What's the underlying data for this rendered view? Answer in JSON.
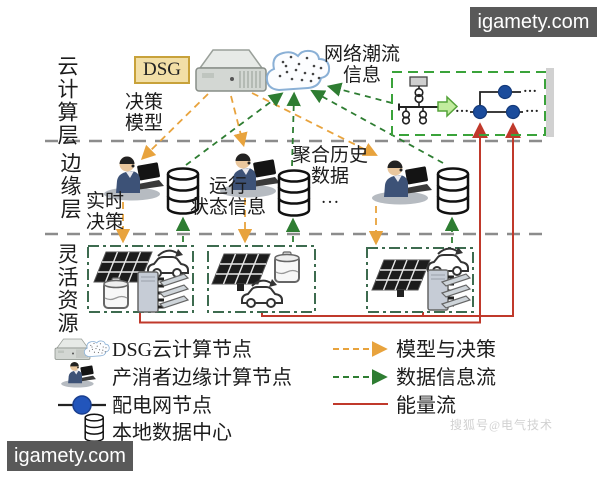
{
  "watermark": {
    "site_top": "igamety.com",
    "site_bottom": "igamety.com",
    "source_credit": "搜狐号@电气技术"
  },
  "layer_labels": {
    "cloud": "云计算层",
    "edge": "边缘层",
    "resource": "灵活资源"
  },
  "cloud_layer": {
    "dsg": "DSG",
    "decision_model": [
      "决策",
      "模型"
    ],
    "network_flow_info": [
      "网络潮流",
      "信息"
    ]
  },
  "edge_layer": {
    "realtime_decision": [
      "实时",
      "决策"
    ],
    "operating_status": [
      "运行",
      "状态信息"
    ],
    "aggregated_history": [
      "聚合历史",
      "数据",
      "…"
    ]
  },
  "topology": {
    "dots": "…"
  },
  "legend": {
    "nodes": [
      {
        "icon": "dsg-cloud-node-icon",
        "label": "DSG云计算节点"
      },
      {
        "icon": "prosumer-edge-node-icon",
        "label": "产消者边缘计算节点"
      },
      {
        "icon": "distribution-grid-node-icon",
        "label": "配电网节点"
      },
      {
        "icon": "local-data-center-icon",
        "label": "本地数据中心"
      }
    ],
    "flows": [
      {
        "icon": "orange-dashed-arrow",
        "label": "模型与决策",
        "color": "#e8a33d",
        "style": "dashed"
      },
      {
        "icon": "green-dashed-arrow",
        "label": "数据信息流",
        "color": "#2e7d32",
        "style": "dashed"
      },
      {
        "icon": "red-solid-line",
        "label": "能量流",
        "color": "#c0392b",
        "style": "solid"
      }
    ]
  },
  "colors": {
    "model_decision_flow": "#e8a33d",
    "data_info_flow": "#2e7d32",
    "energy_flow": "#c0392b",
    "grid_node_blue": "#1b4c9c",
    "dsg_box_fill": "#f2dfa7",
    "dsg_box_border": "#c8a23a",
    "green_box_border": "#3aa33a",
    "separator_gray": "#8c8c8c"
  }
}
